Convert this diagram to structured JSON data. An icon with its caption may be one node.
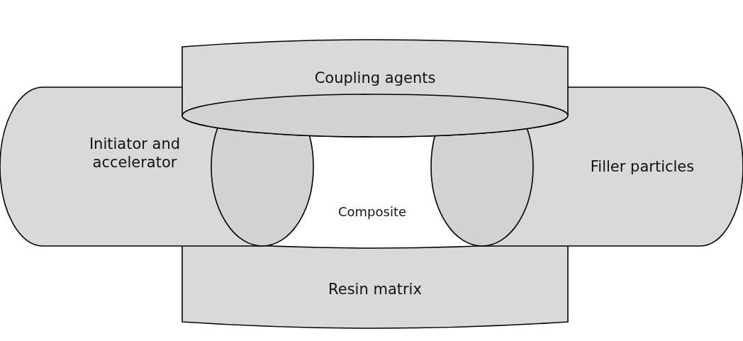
{
  "diagram": {
    "nodes": [
      {
        "text": [
          "Coupling agents"
        ]
      },
      {
        "text": [
          "Initiator and accelerator"
        ]
      },
      {
        "text": [
          "Filler particles"
        ]
      },
      {
        "text": [
          "Resin matrix"
        ]
      }
    ],
    "edges": [],
    "labels": [
      "Composite"
    ]
  }
}
